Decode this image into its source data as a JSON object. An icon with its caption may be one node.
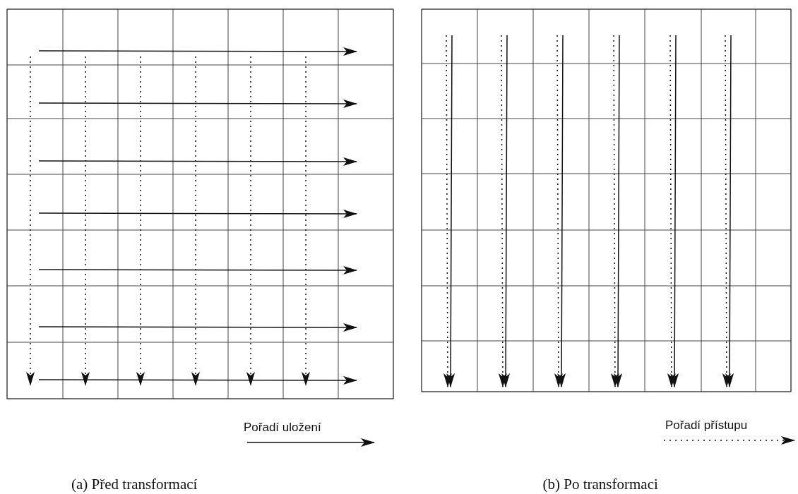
{
  "diagram": {
    "labels": [
      "(a) Před transformací",
      "(b) Po transformaci"
    ],
    "legend": [
      {
        "text": "Pořadí uložení"
      },
      {
        "text": "Pořadí přístupu"
      }
    ]
  }
}
